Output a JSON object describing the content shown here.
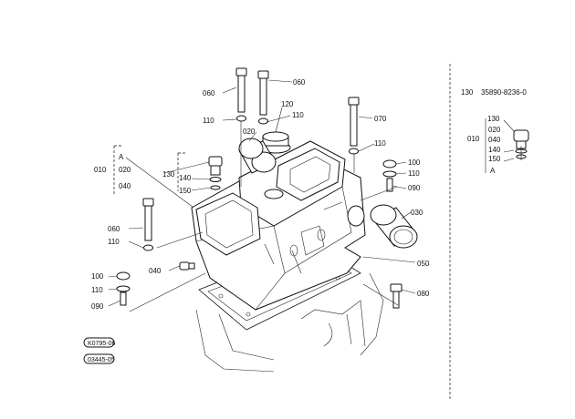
{
  "header": {
    "ref_number": "130",
    "part_number": "35890-8236-0"
  },
  "labels": {
    "l060a": "060",
    "l060b": "060",
    "l060c": "060",
    "l120": "120",
    "l110a": "110",
    "l110b": "110",
    "l110c": "110",
    "l110d": "110",
    "l110e": "110",
    "l110f": "110",
    "l020": "020",
    "l070": "070",
    "l100a": "100",
    "l100b": "100",
    "l090a": "090",
    "l090b": "090",
    "l030": "030",
    "l050": "050",
    "l080": "080",
    "l040": "040",
    "l130": "130",
    "l140": "140",
    "l150": "150",
    "grp_A": "A",
    "grp_010": "010",
    "grp_020": "020",
    "grp_040": "040"
  },
  "inset": {
    "label_130": "130",
    "label_020": "020",
    "label_010": "010",
    "label_040": "040",
    "label_140": "140",
    "label_150": "150",
    "label_A": "A"
  },
  "stamps": {
    "stamp_top": "K0795-06",
    "stamp_bottom": "03445-05"
  }
}
